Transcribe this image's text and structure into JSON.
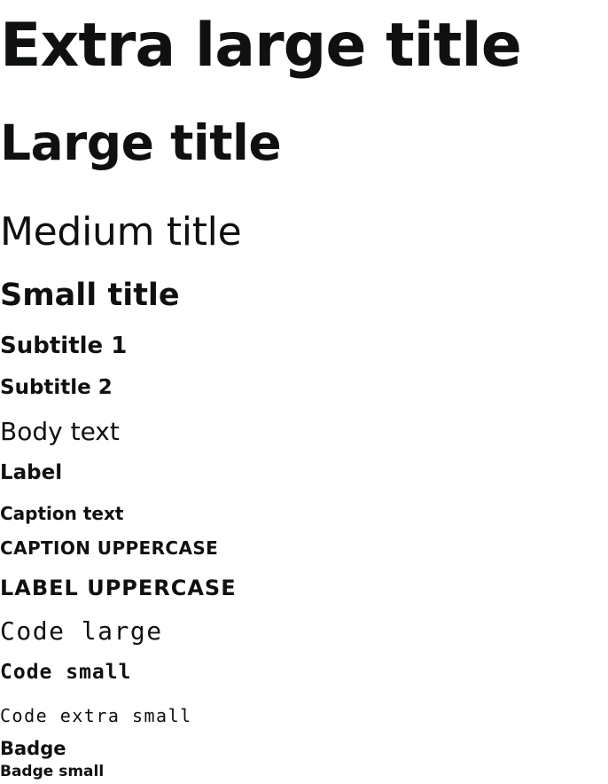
{
  "typography": {
    "extra_large_title": "Extra large title",
    "large_title": "Large title",
    "medium_title": "Medium title",
    "small_title": "Small title",
    "subtitle_1": "Subtitle 1",
    "subtitle_2": "Subtitle 2",
    "body_text": "Body text",
    "label": "Label",
    "caption_text": "Caption text",
    "caption_uppercase": "CAPTION UPPERCASE",
    "label_uppercase": "LABEL UPPERCASE",
    "code_large": "Code large",
    "code_small": "Code small",
    "code_extra_small": "Code extra small",
    "badge": "Badge",
    "badge_small": "Badge small"
  }
}
